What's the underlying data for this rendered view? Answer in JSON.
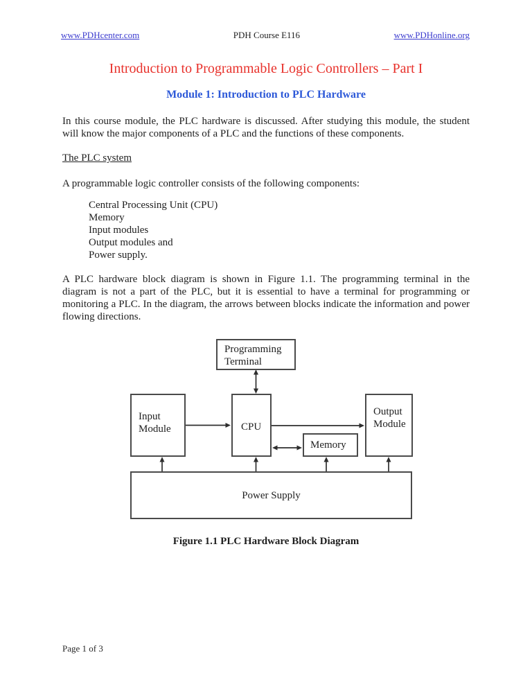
{
  "header": {
    "left_link": "www.PDHcenter.com",
    "center": "PDH Course E116",
    "right_link": "www.PDHonline.org"
  },
  "title": "Introduction to Programmable Logic Controllers – Part I",
  "subtitle": "Module 1: Introduction to PLC Hardware",
  "intro_paragraph": "In this course module, the PLC hardware is discussed. After studying this module, the student will know the major components of a PLC and the functions of these components.",
  "section_heading": "The PLC system",
  "components_lead": "A programmable logic controller consists of the following components:",
  "components_list": {
    "0": "Central Processing Unit (CPU)",
    "1": "Memory",
    "2": "Input modules",
    "3": "Output modules and",
    "4": "Power supply."
  },
  "figure_paragraph": "A PLC hardware block diagram is shown in Figure 1.1. The programming terminal in the diagram is not a part of the PLC, but it is essential to have a terminal for programming or monitoring a PLC. In the diagram, the arrows between blocks indicate the information and power flowing directions.",
  "diagram": {
    "programming_terminal": {
      "line1": "Programming",
      "line2": "Terminal"
    },
    "input_module": {
      "line1": "Input",
      "line2": "Module"
    },
    "cpu": "CPU",
    "memory": "Memory",
    "output_module": {
      "line1": "Output",
      "line2": "Module"
    },
    "power_supply": "Power Supply"
  },
  "figure_caption": "Figure 1.1 PLC Hardware Block Diagram",
  "footer": "Page 1 of 3",
  "colors": {
    "title_red": "#e8312b",
    "subtitle_blue": "#2d59d8",
    "link_blue": "#3a3ace",
    "border_gray": "#4a4a4a"
  }
}
